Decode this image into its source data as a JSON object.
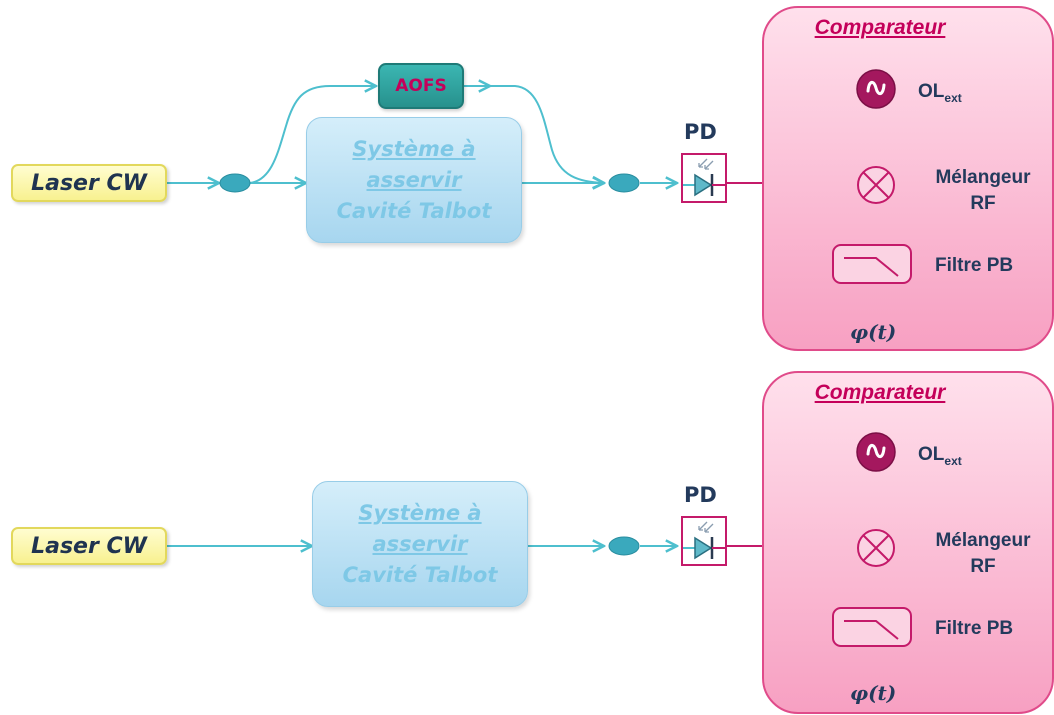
{
  "colors": {
    "fiber": "#4ebfce",
    "coupler": "#3aa9bd",
    "rf_line": "#c41a6a",
    "text_dark": "#233a5c",
    "comparator_accent": "#c4005a",
    "system_text": "#7ec8e6"
  },
  "icons": {
    "oscillator": "sine-oscillator-icon",
    "mixer": "mixer-cross-circle-icon",
    "filter": "lowpass-filter-icon",
    "photodiode": "photodiode-icon",
    "coupler": "fiber-coupler-icon"
  },
  "diagrams": [
    {
      "laser": "Laser CW",
      "system_lines": [
        "Système à",
        "asservir",
        "Cavité Talbot"
      ],
      "aofs": "AOFS",
      "pd": "PD",
      "comparator": {
        "title": "Comparateur",
        "ol": "OL",
        "ol_sub": "ext",
        "mixer_1": "Mélangeur",
        "mixer_2": "RF",
        "filter": "Filtre PB",
        "output": "φ(t)"
      }
    },
    {
      "laser": "Laser CW",
      "system_lines": [
        "Système à",
        "asservir",
        "Cavité Talbot"
      ],
      "pd": "PD",
      "comparator": {
        "title": "Comparateur",
        "ol": "OL",
        "ol_sub": "ext",
        "mixer_1": "Mélangeur",
        "mixer_2": "RF",
        "filter": "Filtre PB",
        "output": "φ(t)"
      }
    }
  ]
}
